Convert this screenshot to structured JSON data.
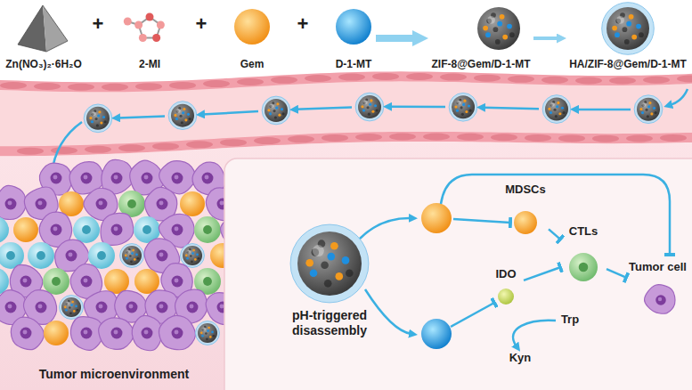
{
  "diagram": {
    "nodes": [
      {
        "text": [
          "Zn(NO₃)₂·6H₂O"
        ]
      },
      {
        "text": [
          "2-MI"
        ]
      },
      {
        "text": [
          "Gem"
        ]
      },
      {
        "text": [
          "D-1-MT"
        ]
      },
      {
        "text": [
          "ZIF-8@Gem/D-1-MT"
        ]
      },
      {
        "text": [
          "HA/ZIF-8@Gem/D-1-MT"
        ]
      },
      {
        "text": [
          "pH-triggered disassembly"
        ]
      },
      {
        "text": [
          "MDSCs"
        ]
      },
      {
        "text": [
          "CTLs"
        ]
      },
      {
        "text": [
          "Tumor cell"
        ]
      },
      {
        "text": [
          "IDO"
        ]
      }
    ],
    "edges": [
      {
        "from": 3,
        "to": 4,
        "arrow": "to"
      },
      {
        "from": 4,
        "to": 5,
        "arrow": "to"
      },
      {
        "from": 7,
        "to": 8,
        "arrow": "to"
      },
      {
        "from": 10,
        "to": 8,
        "arrow": "to"
      },
      {
        "from": 8,
        "to": 9,
        "arrow": "to"
      }
    ],
    "labels": [
      "+",
      "+",
      "+",
      "Tumor microenvironment",
      "Trp",
      "Kyn"
    ]
  }
}
